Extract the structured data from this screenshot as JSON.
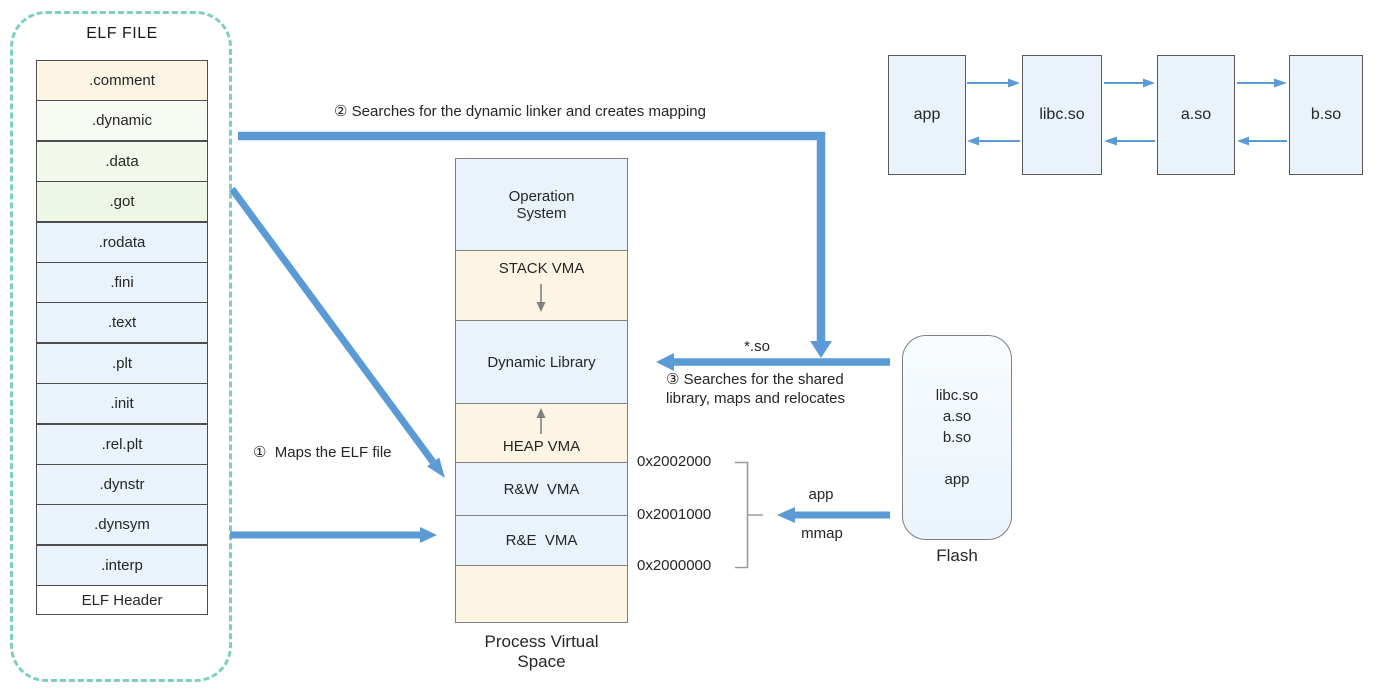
{
  "palette": {
    "arrow_blue": "#5b9bd5",
    "dashed_border_teal": "#7fcfc0",
    "cream": "#fcf5e4",
    "pale_green": "#f2f8ec",
    "pale_blue": "#eaf2fb",
    "gray_arrow": "#808080",
    "text": "#262626"
  },
  "elf_file": {
    "title": "ELF FILE",
    "sections": [
      ".comment",
      ".dynamic",
      ".data",
      ".got",
      ".rodata",
      ".fini",
      ".text",
      ".plt",
      ".init",
      ".rel.plt",
      ".dynstr",
      ".dynsym",
      ".interp",
      "ELF Header"
    ]
  },
  "process_space": {
    "segments": [
      "Operation\nSystem",
      "STACK VMA",
      "Dynamic Library",
      "HEAP VMA",
      "R&W  VMA",
      "R&E  VMA",
      ""
    ],
    "caption": "Process Virtual\nSpace",
    "addresses": [
      "0x2002000",
      "0x2001000",
      "0x2000000"
    ]
  },
  "dependency_chain": {
    "boxes": [
      "app",
      "libc.so",
      "a.so",
      "b.so"
    ]
  },
  "flash": {
    "contents": "libc.so\na.so\nb.so\n\napp",
    "caption": "Flash"
  },
  "annotations": {
    "step1": "①  Maps the ELF file",
    "step2": "② Searches for the dynamic linker and creates mapping",
    "step3": "③ Searches for the shared\nlibrary, maps and relocates",
    "so_wildcard": "*.so",
    "app_arrow": "app",
    "mmap_arrow": "mmap"
  }
}
